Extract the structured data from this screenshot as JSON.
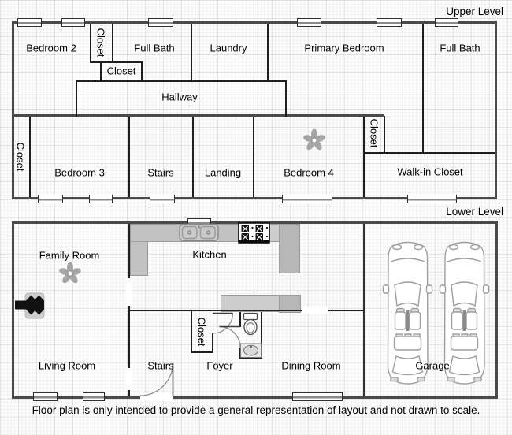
{
  "caption": "Floor plan is only intended to provide a general representation of layout and not drawn to scale.",
  "upper": {
    "label": "Upper Level",
    "rooms": {
      "bedroom2": "Bedroom 2",
      "closet_a": "Closet",
      "closet_b": "Closet",
      "full_bath_left": "Full Bath",
      "laundry": "Laundry",
      "primary_bedroom": "Primary Bedroom",
      "full_bath_right": "Full Bath",
      "hallway": "Hallway",
      "closet_left": "Closet",
      "bedroom3": "Bedroom 3",
      "stairs": "Stairs",
      "landing": "Landing",
      "bedroom4": "Bedroom 4",
      "closet_small": "Closet",
      "walk_in_closet": "Walk-in Closet"
    }
  },
  "lower": {
    "label": "Lower Level",
    "rooms": {
      "family_room": "Family Room",
      "kitchen": "Kitchen",
      "living_room": "Living Room",
      "stairs": "Stairs",
      "closet": "Closet",
      "foyer": "Foyer",
      "dining_room": "Dining Room",
      "garage": "Garage"
    }
  },
  "icons": {
    "ceiling_fan": "ceiling-fan-icon",
    "fireplace": "fireplace-icon",
    "kitchen_sink": "kitchen-sink-icon",
    "stove": "stove-icon",
    "toilet": "toilet-icon",
    "bathroom_sink": "bathroom-sink-icon",
    "car": "car-icon",
    "window": "window-icon",
    "door": "door-swing-icon"
  },
  "colors": {
    "outer_wall": "#4a4a4a",
    "inner_wall": "#1f1f1f",
    "counter": "#c2c2c2",
    "counter_dark": "#b7b7b7",
    "fan": "#a5a5a5",
    "stove_black": "#0f0f0f",
    "grid_line": "#e3e3e3"
  }
}
